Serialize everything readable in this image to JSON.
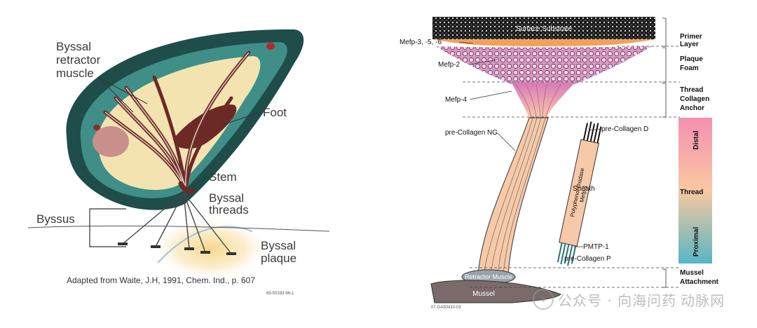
{
  "left": {
    "labels": {
      "retractor_line1": "Byssal",
      "retractor_line2": "retractor",
      "retractor_line3": "muscle",
      "foot": "Foot",
      "stem": "Stem",
      "threads_line1": "Byssal",
      "threads_line2": "threads",
      "byssus": "Byssus",
      "plaque_line1": "Byssal",
      "plaque_line2": "plaque"
    },
    "credit": "Adapted from Waite, J.H, 1991, Chem. Ind., p. 607",
    "figure_id": "65-50193-96-1",
    "colors": {
      "shell_outer": "#1f4d4a",
      "shell_teal": "#3f8f88",
      "tissue": "#f3e3b0",
      "muscle": "#6b2a25",
      "plaque_glow": "#f6d27a"
    }
  },
  "right": {
    "substrate_label": "Surface Substrate",
    "protein_labels": {
      "mefp356": "Mefp-3, -5, -6",
      "mefp2": "Mefp-2",
      "mefp4": "Mefp-4",
      "precol_ng": "pre-Collagen NG",
      "precol_d": "pre-Collagen D",
      "sheath": "Sheath",
      "oxidase_line1": "Polyphenol Oxidase",
      "oxidase_line2": "Mefp-1",
      "pmtp": "PMTP-1",
      "precol_p": "pre-Collagen P",
      "retractor": "Retractor Muscle",
      "mussel": "Mussel"
    },
    "zones": {
      "primer_line1": "Primer",
      "primer_line2": "Layer",
      "foam_line1": "Plaque",
      "foam_line2": "Foam",
      "anchor_line1": "Thread",
      "anchor_line2": "Collagen",
      "anchor_line3": "Anchor",
      "thread": "Thread",
      "distal": "Distal",
      "proximal": "Proximal",
      "attach_line1": "Mussel",
      "attach_line2": "Attachment"
    },
    "figure_id": "07-GA50410-03",
    "colors": {
      "substrate": "#1a1a1a",
      "primer": "#f2a15a",
      "foam_pink": "#e07ab8",
      "thread": "#f6c9a8",
      "gradient_top": "#f48fb1",
      "gradient_mid": "#f9c9a0",
      "gradient_bottom": "#56b7c4"
    }
  },
  "watermark": {
    "line1": "公众号 · 向海问药",
    "line2": "动脉网"
  }
}
